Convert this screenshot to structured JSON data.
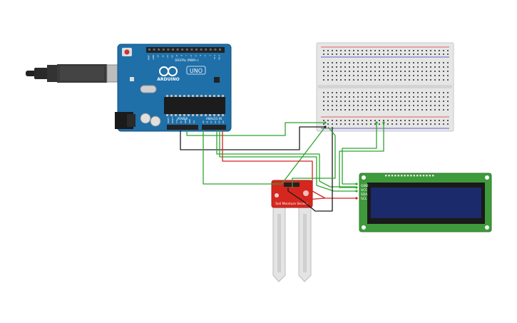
{
  "arduino": {
    "logo_text": "ARDUINO",
    "model": "UNO",
    "header_digital": "DIGITAL (PWM~)",
    "header_power": "POWER",
    "header_analog": "ANALOG IN",
    "digital_pins": [
      "AREF",
      "GND",
      "13",
      "12",
      "~11",
      "~10",
      "~9",
      "8",
      "7",
      "~6",
      "~5",
      "4",
      "~3",
      "2",
      "TX 1",
      "RX 0"
    ],
    "power_pins": [
      "IOREF",
      "RESET",
      "3.3V",
      "5V",
      "GND",
      "GND",
      "Vin"
    ],
    "analog_pins": [
      "A0",
      "A1",
      "A2",
      "A3",
      "A4",
      "A5"
    ]
  },
  "sensor": {
    "label": "Soil Moisture Sensor"
  },
  "lcd": {
    "pin_labels": [
      "GND",
      "VCC",
      "SDA",
      "SCL"
    ]
  },
  "colors": {
    "board": "#1f6fa8",
    "lcd_pcb": "#3e9a3a",
    "lcd_screen": "#1b2a6a",
    "sensor_pcb": "#d6271f",
    "wire_green": "#2fa52f",
    "wire_red": "#d42020",
    "wire_black": "#1a1a1a"
  }
}
